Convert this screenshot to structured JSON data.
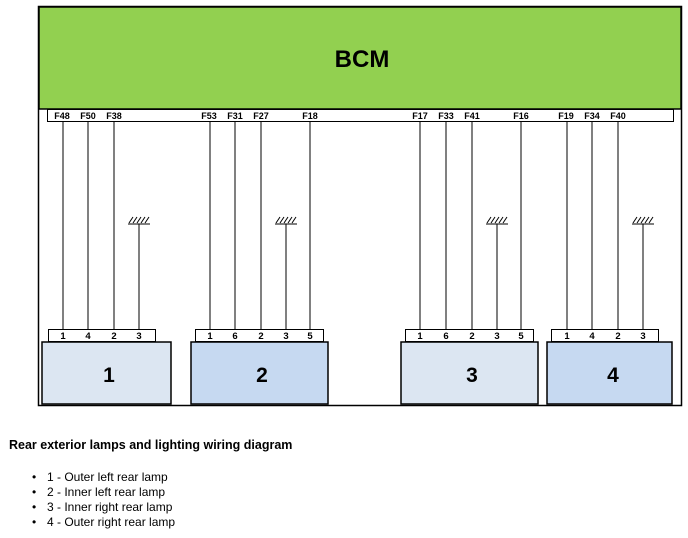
{
  "diagram": {
    "controller_label": "BCM",
    "fuse_labels": [
      "F48",
      "F50",
      "F38",
      "F53",
      "F31",
      "F27",
      "F18",
      "F17",
      "F33",
      "F41",
      "F16",
      "F19",
      "F34",
      "F40"
    ],
    "lamps": [
      {
        "label": "1",
        "pins": [
          "1",
          "4",
          "2",
          "3"
        ]
      },
      {
        "label": "2",
        "pins": [
          "1",
          "6",
          "2",
          "3",
          "5"
        ]
      },
      {
        "label": "3",
        "pins": [
          "1",
          "6",
          "2",
          "3",
          "5"
        ]
      },
      {
        "label": "4",
        "pins": [
          "1",
          "4",
          "2",
          "3"
        ]
      }
    ],
    "colors": {
      "bcm_fill": "#92d050",
      "lamp_light": "#dce6f2",
      "lamp_dark": "#c6d9f1",
      "line": "#000000"
    }
  },
  "caption": "Rear exterior lamps and lighting wiring diagram",
  "legend": [
    "1 - Outer left rear lamp",
    "2 - Inner left rear lamp",
    "3 - Inner right rear lamp",
    "4 - Outer right rear lamp"
  ]
}
